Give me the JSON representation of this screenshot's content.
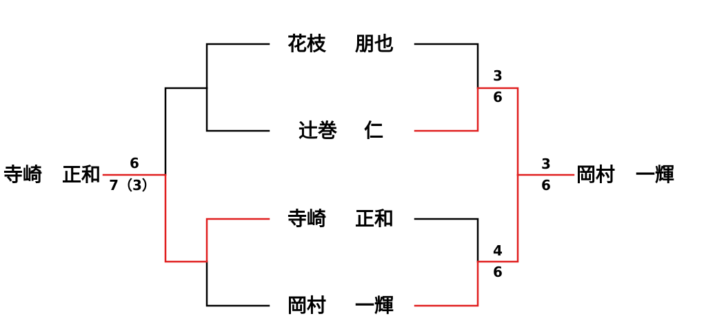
{
  "colors": {
    "line": "#000000",
    "winner": "#e01e1e",
    "text": "#000000"
  },
  "players": [
    {
      "id": "p1",
      "surname": "花枝",
      "given": "朋也"
    },
    {
      "id": "p2",
      "surname": "辻巻",
      "given": "仁"
    },
    {
      "id": "p3",
      "surname": "寺崎",
      "given": "正和"
    },
    {
      "id": "p4",
      "surname": "岡村",
      "given": "一輝"
    }
  ],
  "final_left": {
    "surname": "寺崎",
    "given": "正和",
    "score_top": "6",
    "score_bottom": "7（3）"
  },
  "final_right": {
    "surname": "岡村",
    "given": "一輝",
    "score_top": "3",
    "score_bottom": "6"
  },
  "semi_scores": [
    {
      "top": "3",
      "bottom": "6"
    },
    {
      "top": "4",
      "bottom": "6"
    }
  ]
}
